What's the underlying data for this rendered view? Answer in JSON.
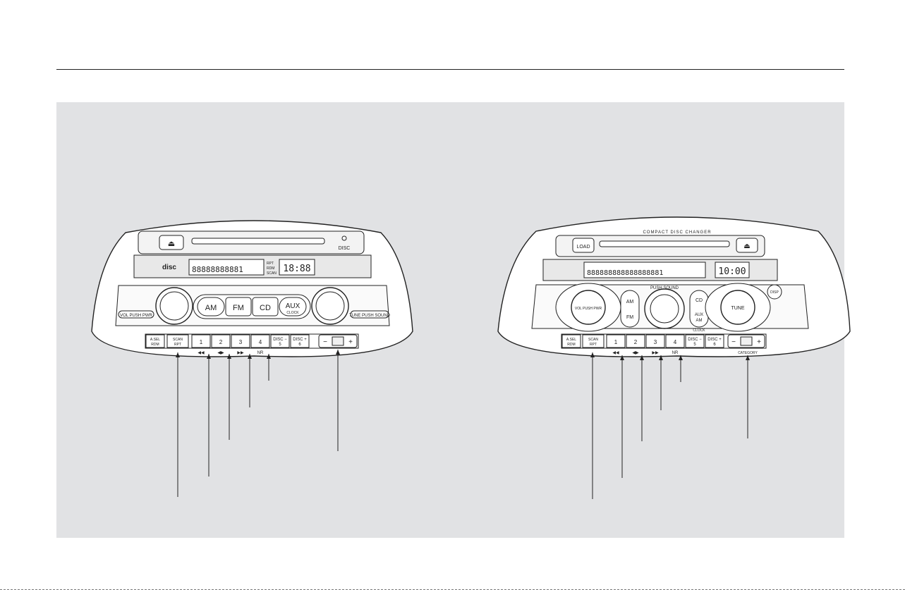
{
  "radio_a": {
    "eject_icon": "eject-icon",
    "disc_label": "DISC",
    "brand_mark": "disc-logo-icon",
    "display_indicators": [
      "RPT",
      "RDM",
      "SCAN"
    ],
    "clock": "18:88",
    "knob_left_label": "VOL PUSH PWR",
    "knob_right_label": "TUNE PUSH SOUND",
    "mode_buttons": [
      "AM",
      "FM",
      "CD",
      "AUX"
    ],
    "aux_sub": "CLOCK",
    "preset_left": [
      {
        "top": "A.SEL",
        "bottom": "RDM"
      },
      {
        "top": "SCAN",
        "bottom": "RPT"
      }
    ],
    "presets": [
      "1",
      "2",
      "3",
      "4",
      "DISC −\n5",
      "DISC +\n6"
    ],
    "preset_hints": [
      "◀◀",
      "◀▶",
      "▶▶",
      "NR"
    ],
    "rocker_minus": "−",
    "rocker_plus": "+"
  },
  "radio_b": {
    "header_text": "COMPACT DISC CHANGER",
    "load_label": "LOAD",
    "clock": "10:00",
    "knob_left_label": "VOL PUSH PWR",
    "knob_center_label": "PUSH SOUND",
    "knob_right_label": "TUNE",
    "am_label": "AM",
    "fm_label": "FM",
    "cd_label": "CD",
    "aux_label": "AUX",
    "am2_label": "AM",
    "clock_label": "CLOCK",
    "disp_label": "DISP",
    "preset_left": [
      {
        "top": "A.SEL",
        "bottom": "RDM"
      },
      {
        "top": "SCAN",
        "bottom": "RPT"
      }
    ],
    "presets": [
      "1",
      "2",
      "3",
      "4",
      "DISC −\n5",
      "DISC +\n6"
    ],
    "preset_hints": [
      "◀◀",
      "◀▶",
      "▶▶",
      "NR"
    ],
    "rocker_minus": "−",
    "rocker_plus": "+",
    "category_label": "CATEGORY"
  }
}
